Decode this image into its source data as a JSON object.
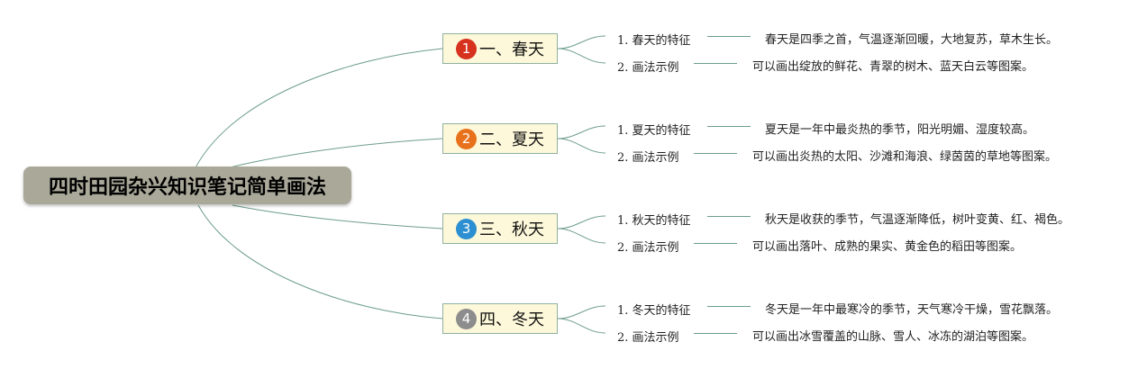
{
  "root": {
    "title": "四时田园杂兴知识笔记简单画法"
  },
  "branches": [
    {
      "number": "1",
      "label": "一、春天",
      "color": "#d6321e",
      "items": [
        {
          "label": "1. 春天的特征",
          "text": "春天是四季之首，气温逐渐回暖，大地复苏，草木生长。"
        },
        {
          "label": "2. 画法示例",
          "text": "可以画出绽放的鲜花、青翠的树木、蓝天白云等图案。"
        }
      ]
    },
    {
      "number": "2",
      "label": "二、夏天",
      "color": "#e8721c",
      "items": [
        {
          "label": "1. 夏天的特征",
          "text": "夏天是一年中最炎热的季节，阳光明媚、湿度较高。"
        },
        {
          "label": "2. 画法示例",
          "text": "可以画出炎热的太阳、沙滩和海浪、绿茵茵的草地等图案。"
        }
      ]
    },
    {
      "number": "3",
      "label": "三、秋天",
      "color": "#2c8fd1",
      "items": [
        {
          "label": "1. 秋天的特征",
          "text": "秋天是收获的季节，气温逐渐降低，树叶变黄、红、褐色。"
        },
        {
          "label": "2. 画法示例",
          "text": "可以画出落叶、成熟的果实、黄金色的稻田等图案。"
        }
      ]
    },
    {
      "number": "4",
      "label": "四、冬天",
      "color": "#8d8d8d",
      "items": [
        {
          "label": "1. 冬天的特征",
          "text": "冬天是一年中最寒冷的季节，天气寒冷干燥，雪花飘落。"
        },
        {
          "label": "2. 画法示例",
          "text": "可以画出冰雪覆盖的山脉、雪人、冰冻的湖泊等图案。"
        }
      ]
    }
  ]
}
